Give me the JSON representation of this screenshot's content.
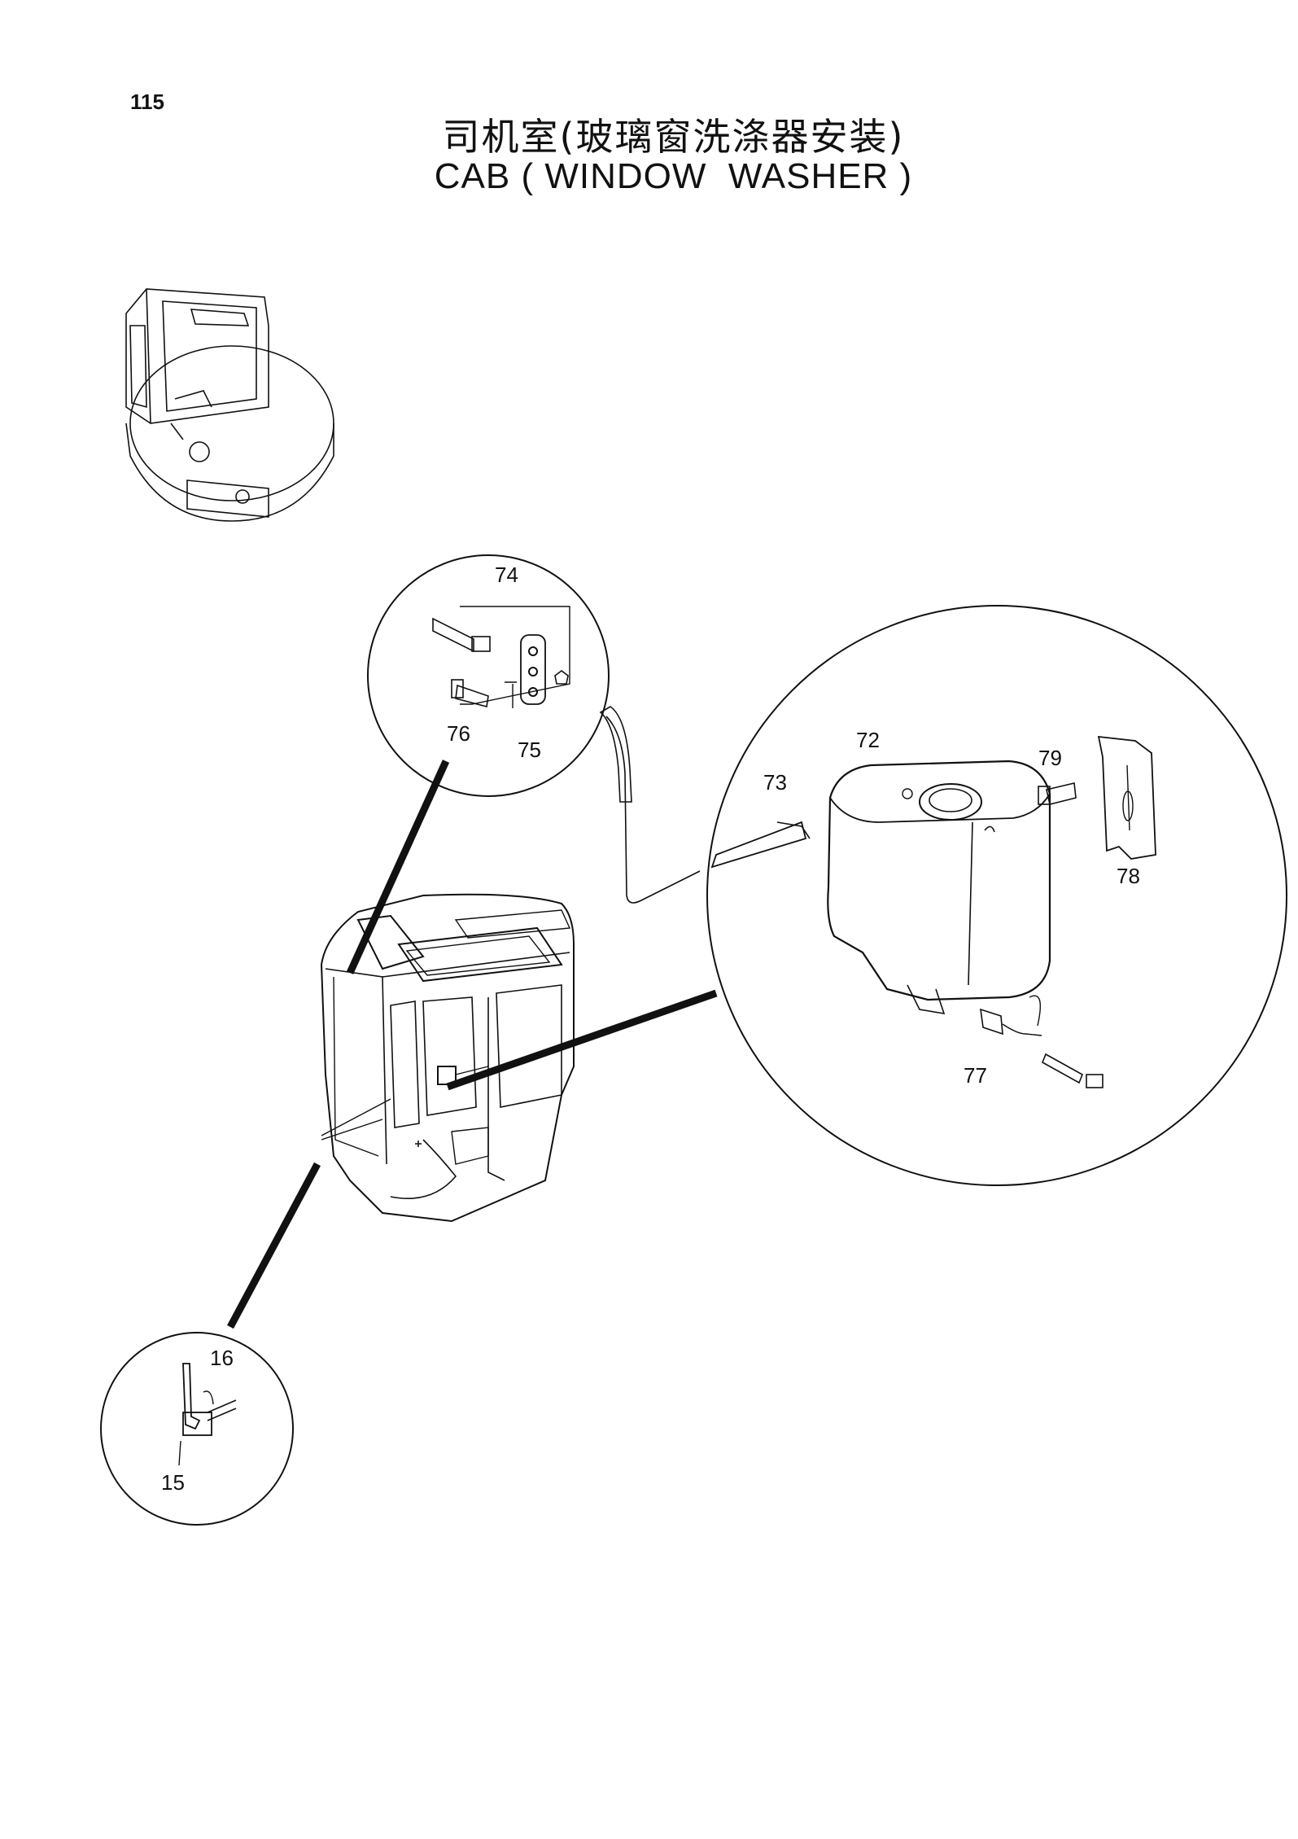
{
  "page": {
    "number": "115",
    "title_cn": "司机室(玻璃窗洗涤器安装)",
    "title_en": "CAB ( WINDOW  WASHER )"
  },
  "callouts": {
    "p74": "74",
    "p75": "75",
    "p76": "76",
    "p72": "72",
    "p73": "73",
    "p79": "79",
    "p78": "78",
    "p77": "77",
    "p16": "16",
    "p15": "15"
  },
  "colors": {
    "ink": "#111111",
    "paper": "#ffffff"
  }
}
